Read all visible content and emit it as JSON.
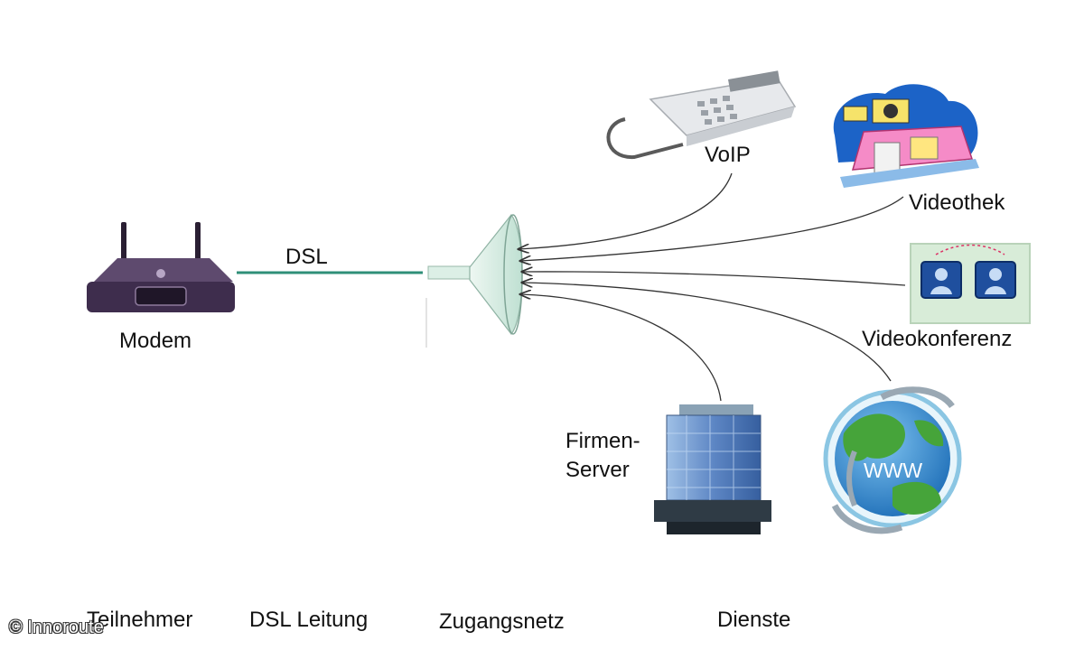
{
  "nodes": {
    "modem": "Modem",
    "dsl_link": "DSL",
    "voip": "VoIP",
    "videothek": "Videothek",
    "videokonferenz": "Videokonferenz",
    "firmen_server": "Firmen-\nServer",
    "www": "WWW"
  },
  "footer": {
    "teilnehmer": "Teilnehmer",
    "dsl_leitung": "DSL Leitung",
    "zugangsnetz": "Zugangsnetz",
    "dienste": "Dienste"
  },
  "copyright": "© Innoroute",
  "colors": {
    "dsl_line": "#2f8f78",
    "connector": "#333333",
    "funnel": "#cfe7dc"
  }
}
